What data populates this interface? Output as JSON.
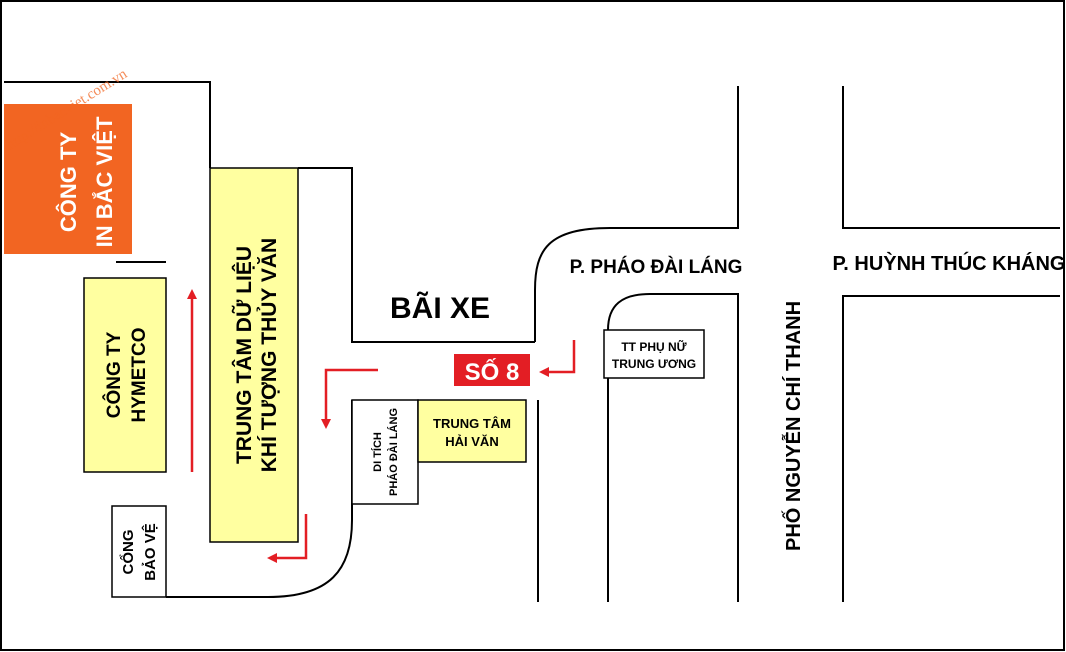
{
  "watermark": "http://inbacviet.com.vn",
  "company": {
    "line1": "CÔNG TY",
    "line2": "IN BẮC VIỆT",
    "color": "#f26522"
  },
  "buildings": {
    "hymetco": {
      "line1": "CÔNG TY",
      "line2": "HYMETCO"
    },
    "data_center": {
      "line1": "TRUNG TÂM DỮ LIỆU",
      "line2": "KHÍ TƯỢNG THỦY VĂN"
    },
    "gate": {
      "line1": "CỔNG",
      "line2": "BẢO VỆ"
    },
    "relic": {
      "line1": "DI TÍCH",
      "line2": "PHÁO ĐÀI LÁNG"
    },
    "hai_van": {
      "line1": "TRUNG TÂM",
      "line2": "HẢI VĂN"
    },
    "women_center": {
      "line1": "TT PHỤ NỮ",
      "line2": "TRUNG ƯƠNG"
    }
  },
  "parking": "BÃI XE",
  "address_badge": {
    "label": "SỐ 8",
    "color": "#e31e24"
  },
  "streets": {
    "phao_dai_lang": "P. PHÁO ĐÀI LÁNG",
    "huynh_thuc_khang": "P. HUỲNH THÚC KHÁNG",
    "nguyen_chi_thanh": "PHỐ NGUYỄN CHÍ THANH"
  },
  "colors": {
    "building_fill": "#ffffa0",
    "arrow": "#e31e24",
    "line": "#000000"
  }
}
